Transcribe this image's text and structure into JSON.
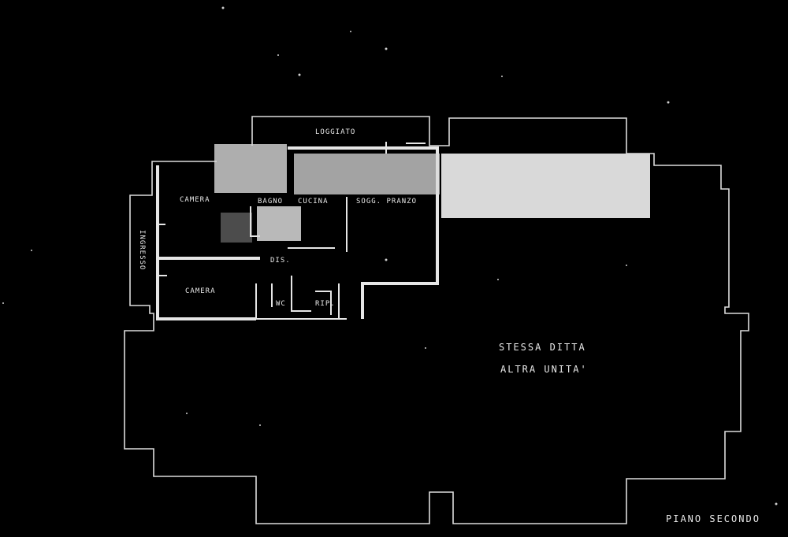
{
  "rooms": {
    "loggiato": "LOGGIATO",
    "camera_top": "CAMERA",
    "bagno": "BAGNO",
    "cucina": "CUCINA",
    "sogg_pranzo": "SOGG. PRANZO",
    "camera_bottom": "CAMERA",
    "ingresso": "INGRESSO",
    "dis": "DIS.",
    "wc": "WC",
    "rip": "RIP."
  },
  "notes": {
    "stessa_ditta": "STESSA DITTA",
    "altra_unita": "ALTRA UNITA'"
  },
  "floor_label": "PIANO SECONDO"
}
